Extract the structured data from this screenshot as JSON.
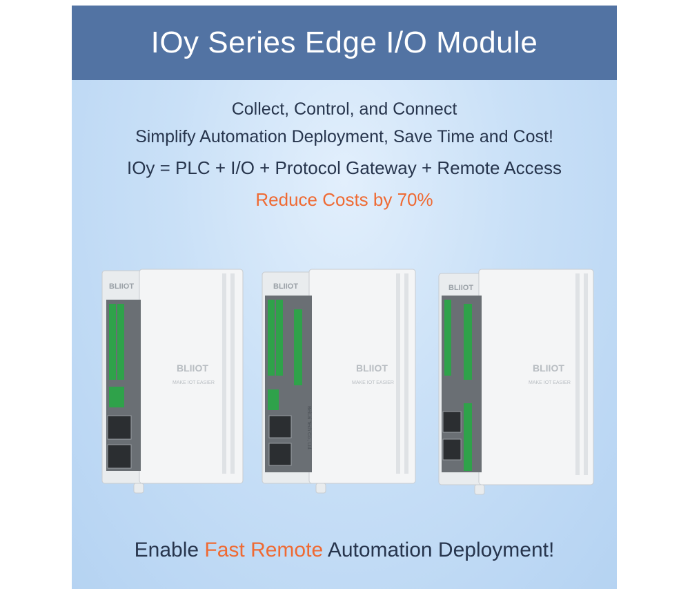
{
  "header": {
    "title": "IOy Series Edge I/O Module"
  },
  "taglines": {
    "line1": "Collect, Control, and Connect",
    "line2": "Simplify Automation Deployment, Save Time and Cost!",
    "line3": "IOy = PLC + I/O + Protocol Gateway + Remote Access",
    "line4": "Reduce Costs by 70%"
  },
  "footer": {
    "prefix": "Enable ",
    "highlight": "Fast Remote",
    "suffix": " Automation Deployment!"
  },
  "devices": {
    "brand_logo": "BLIIOT",
    "brand_slogan": "MAKE IOT EASIER",
    "maker_text": "BeiLai Tech Co., Ltd."
  },
  "colors": {
    "banner": "#5273a3",
    "accent": "#ef6a33",
    "text": "#27354d",
    "terminal_green": "#2fa24a"
  }
}
